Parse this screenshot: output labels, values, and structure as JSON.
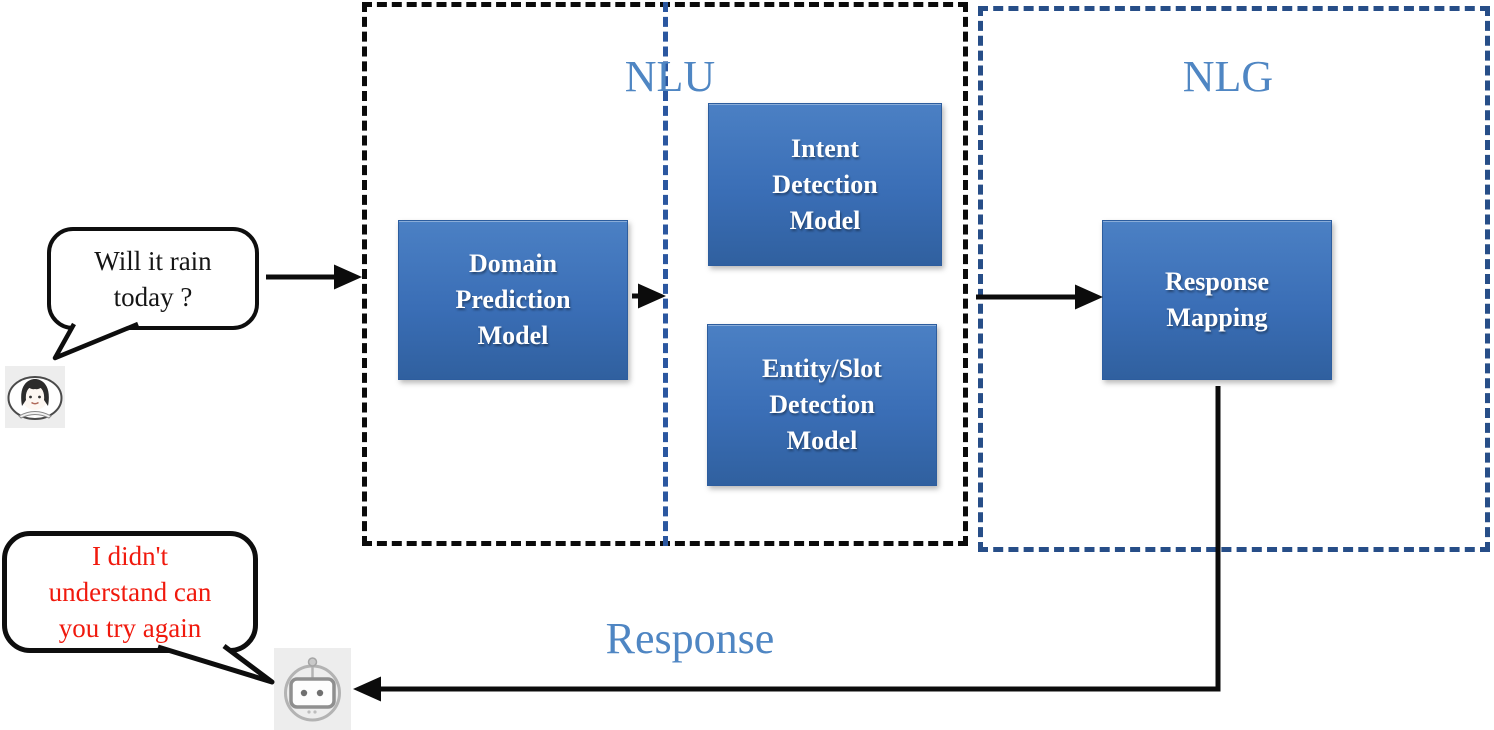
{
  "figure": {
    "user": {
      "bubble_text": "Will it rain\ntoday ?",
      "avatar_icon": "woman-avatar"
    },
    "bot": {
      "bubble_text": "I didn't\nunderstand can\nyou try again",
      "icon": "robot-face"
    },
    "regions": {
      "nlu": {
        "label": "NLU"
      },
      "nlg": {
        "label": "NLG"
      }
    },
    "nodes": {
      "domain": "Domain\nPrediction\nModel",
      "intent": "Intent\nDetection\nModel",
      "entity": "Entity/Slot\nDetection\nModel",
      "response_mapping": "Response\nMapping"
    },
    "response_label": "Response",
    "colors": {
      "node_blue_top": "#4b80c4",
      "node_blue_bottom": "#30609f",
      "region_label_blue": "#4f86c3",
      "nlu_border_black": "#0b0b0b",
      "nlg_border_blue": "#274e88",
      "divider_blue": "#2b57a0",
      "error_red": "#f0190d"
    }
  }
}
